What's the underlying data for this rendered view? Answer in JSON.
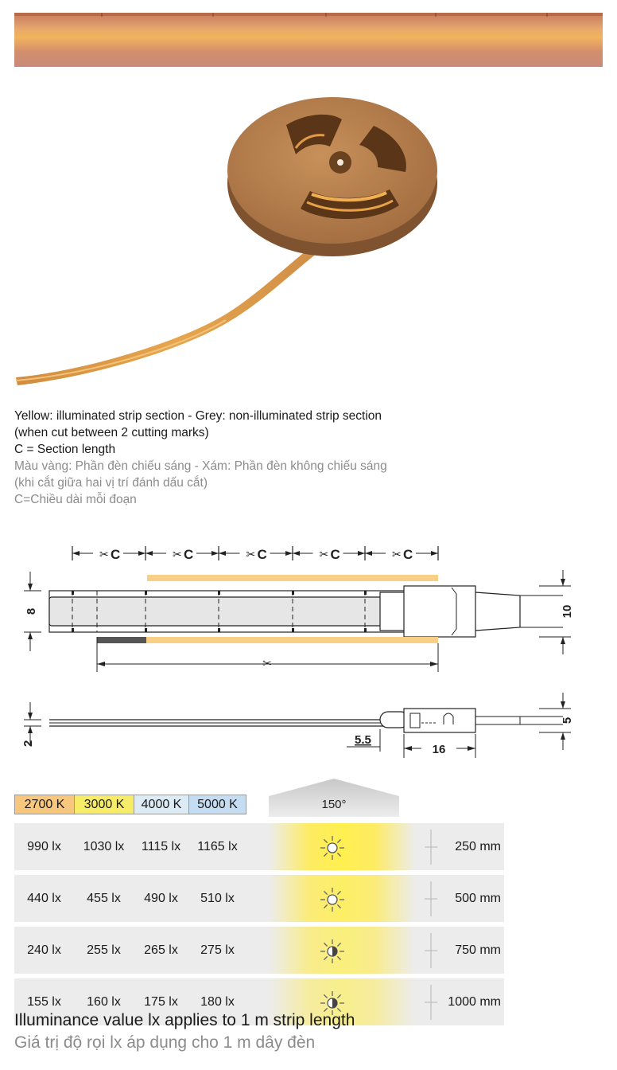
{
  "description": {
    "line1": "Yellow: illuminated strip section - Grey: non-illuminated strip section",
    "line2": "(when cut between 2 cutting marks)",
    "line3": "C = Section length",
    "line4": "Màu vàng: Phần đèn chiếu sáng - Xám: Phần đèn không chiếu sáng",
    "line5": "(khi cắt giữa hai vị trí đánh dấu cắt)",
    "line6": "C=Chiều dài mỗi đoạn"
  },
  "diagram": {
    "section_label": "C",
    "width_top": "8",
    "width_plug": "10",
    "height_strip": "2",
    "height_plug": "5",
    "offset": "5.5",
    "plug_length": "16"
  },
  "color_temps": [
    "2700 K",
    "3000 K",
    "4000 K",
    "5000 K"
  ],
  "colors": {
    "t2700": "#f7c77d",
    "t3000": "#f6ec68",
    "t4000": "#ddebf5",
    "t5000": "#c5ddf2",
    "illuminated": "#f8cf85",
    "non_illuminated": "#555555",
    "strip_copper": "#d89a60"
  },
  "beam_angle": "150°",
  "rows": [
    {
      "values": [
        "990 lx",
        "1030 lx",
        "1115 lx",
        "1165 lx"
      ],
      "distance": "250 mm",
      "icon": "sun-full-icon",
      "intensity": 1.0
    },
    {
      "values": [
        "440 lx",
        "455 lx",
        "490 lx",
        "510 lx"
      ],
      "distance": "500 mm",
      "icon": "sun-full-icon",
      "intensity": 0.75
    },
    {
      "values": [
        "240 lx",
        "255 lx",
        "265 lx",
        "275 lx"
      ],
      "distance": "750 mm",
      "icon": "sun-half-icon",
      "intensity": 0.5
    },
    {
      "values": [
        "155 lx",
        "160 lx",
        "175 lx",
        "180 lx"
      ],
      "distance": "1000 mm",
      "icon": "sun-half-icon",
      "intensity": 0.3
    }
  ],
  "footer": {
    "en": "Illuminance value lx applies to 1 m strip length",
    "vi": "Giá trị độ rọi lx áp dụng cho 1 m dây đèn"
  }
}
